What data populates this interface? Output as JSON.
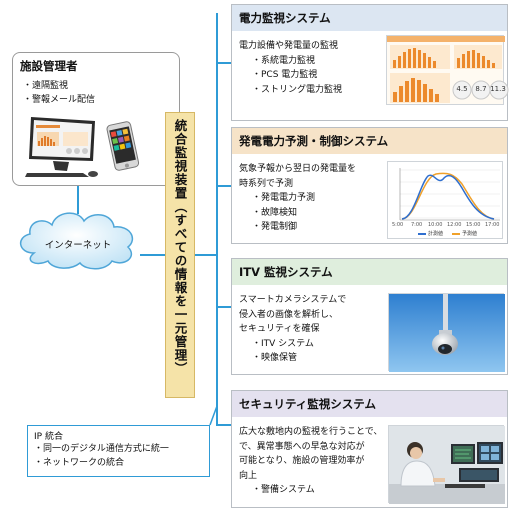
{
  "facility_manager": {
    "title": "施設管理者",
    "items": [
      "・遠隔監視",
      "・警報メール配信"
    ]
  },
  "internet": {
    "label": "インターネット"
  },
  "central_device": {
    "label": "統合監視装置（すべての情報を一元管理）"
  },
  "ip_box": {
    "title": "IP 統合",
    "items": [
      "・同一のデジタル通信方式に統一",
      "・ネットワークの統合"
    ]
  },
  "panels": [
    {
      "title": "電力監視システム",
      "lines": [
        "電力設備や発電量の監視",
        "・系統電力監視",
        "・PCS 電力監視",
        "・ストリング電力監視"
      ],
      "header_color": "#dce6f2",
      "thumb": {
        "gauges": [
          "4.5",
          "8.7",
          "11.3"
        ]
      }
    },
    {
      "title": "発電電力予測・制御システム",
      "lines": [
        "気象予報から翌日の発電量を",
        "時系列で予測",
        "・発電電力予測",
        "・故障検知",
        "・発電制御"
      ],
      "header_color": "#f6e3c8",
      "chart": {
        "x_ticks": [
          "5:00",
          "7:00",
          "10:00",
          "12:00",
          "15:00",
          "17:00"
        ],
        "legend": [
          "計測値",
          "予測値"
        ],
        "series_colors": [
          "#2f6fcf",
          "#f0a12a"
        ]
      }
    },
    {
      "title": "ITV 監視システム",
      "lines": [
        "スマートカメラシステムで",
        "侵入者の画像を解析し、",
        "セキュリティを確保",
        "・ITV システム",
        "・映像保管"
      ],
      "header_color": "#dfeedd"
    },
    {
      "title": "セキュリティ監視システム",
      "lines": [
        "広大な敷地内の監視を行うことで、",
        "で、異常事態への早急な対応が",
        "可能となり、施設の管理効率が",
        "向上",
        "・警備システム"
      ],
      "header_color": "#e4e1ef"
    }
  ]
}
